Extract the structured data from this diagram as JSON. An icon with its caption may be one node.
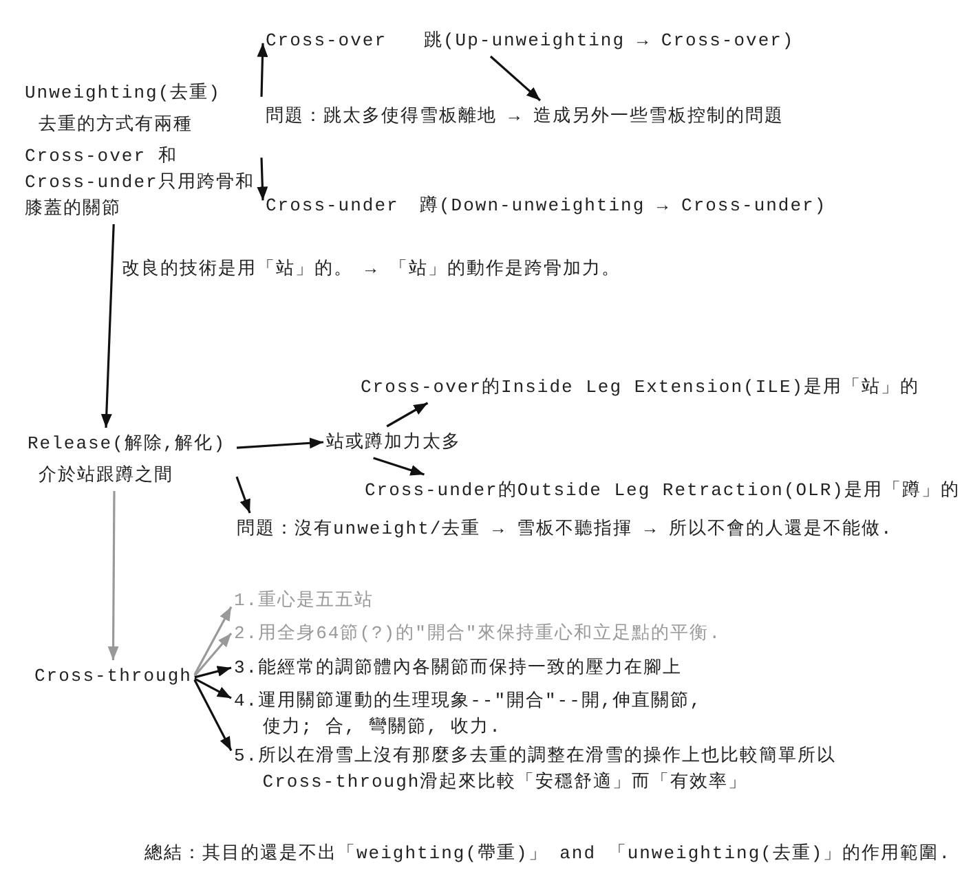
{
  "diagram": {
    "nodes": [
      {
        "text": [
          "Unweighting(去重)",
          "去重的方式有兩種",
          "Cross-over 和 Cross-under只用跨骨和膝蓋的關節"
        ]
      },
      {
        "text": [
          "Cross-over"
        ]
      },
      {
        "text": [
          "跳(Up-unweighting → Cross-over)"
        ]
      },
      {
        "text": [
          "問題：跳太多使得雪板離地 → 造成另外一些雪板控制的問題"
        ]
      },
      {
        "text": [
          "Cross-under"
        ]
      },
      {
        "text": [
          "蹲(Down-unweighting → Cross-under)"
        ]
      },
      {
        "text": [
          "Release(解除,解化)",
          "介於站跟蹲之間"
        ]
      },
      {
        "text": [
          "站或蹲加力太多"
        ]
      },
      {
        "text": [
          "Cross-over的Inside Leg Extension(ILE)是用「站」的"
        ]
      },
      {
        "text": [
          "Cross-under的Outside Leg Retraction(OLR)是用「蹲」的"
        ]
      },
      {
        "text": [
          "問題：沒有unweight/去重 → 雪板不聽指揮 → 所以不會的人還是不能做."
        ]
      },
      {
        "text": [
          "Cross-through"
        ]
      },
      {
        "text": [
          "1.重心是五五站"
        ]
      },
      {
        "text": [
          "2.用全身64節(?)的\"開合\"來保持重心和立足點的平衡."
        ]
      },
      {
        "text": [
          "3.能經常的調節體內各關節而保持一致的壓力在腳上"
        ]
      },
      {
        "text": [
          "4.運用關節運動的生理現象--\"開合\"--開,伸直關節, 使力; 合, 彎關節, 收力."
        ]
      },
      {
        "text": [
          "5.所以在滑雪上沒有那麼多去重的調整在滑雪的操作上也比較簡單所以Cross-through滑起來比較「安穩舒適」而「有效率」"
        ]
      }
    ],
    "edges": [
      {
        "from": 0,
        "to": 1,
        "arrow": "to"
      },
      {
        "from": 2,
        "to": 3,
        "arrow": "to"
      },
      {
        "from": 0,
        "to": 4,
        "arrow": "to"
      },
      {
        "from": 0,
        "to": 6,
        "arrow": "to",
        "label": "改良的技術是用「站」的。 → 「站」的動作是跨骨加力。"
      },
      {
        "from": 6,
        "to": 7,
        "arrow": "to"
      },
      {
        "from": 7,
        "to": 8,
        "arrow": "to"
      },
      {
        "from": 7,
        "to": 9,
        "arrow": "to"
      },
      {
        "from": 6,
        "to": 10,
        "arrow": "to"
      },
      {
        "from": 6,
        "to": 11,
        "arrow": "to",
        "color": "#999999"
      },
      {
        "from": 11,
        "to": 12,
        "arrow": "to",
        "color": "#999999"
      },
      {
        "from": 11,
        "to": 13,
        "arrow": "to",
        "color": "#999999"
      },
      {
        "from": 11,
        "to": 14,
        "arrow": "to"
      },
      {
        "from": 11,
        "to": 15,
        "arrow": "to"
      },
      {
        "from": 11,
        "to": 16,
        "arrow": "to"
      }
    ],
    "labels": [
      "總結：其目的還是不出「weighting(帶重)」 and 「unweighting(去重)」的作用範圍."
    ]
  }
}
